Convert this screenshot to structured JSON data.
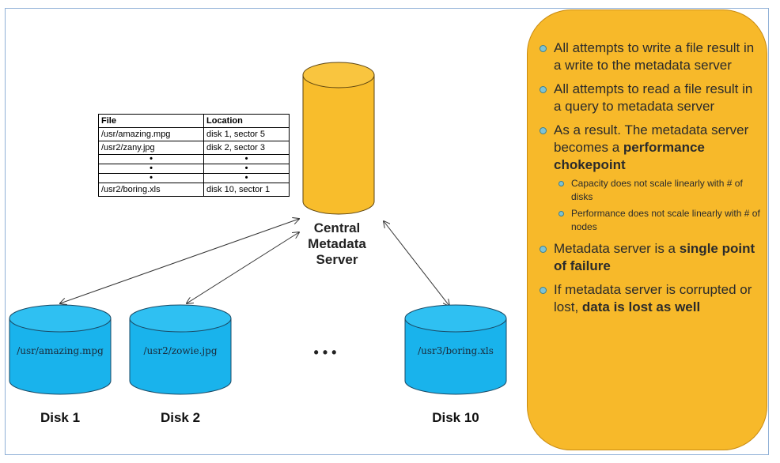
{
  "table": {
    "headers": [
      "File",
      "Location"
    ],
    "rows": [
      [
        "/usr/amazing.mpg",
        "disk 1, sector 5"
      ],
      [
        "/usr2/zany.jpg",
        "disk 2, sector 3"
      ],
      [
        "•",
        "•"
      ],
      [
        "•",
        "•"
      ],
      [
        "•",
        "•"
      ],
      [
        "/usr2/boring.xls",
        "disk 10, sector 1"
      ]
    ]
  },
  "server": {
    "label_line1": "Central",
    "label_line2": "Metadata",
    "label_line3": "Server",
    "color": "#f8bd2c"
  },
  "disks": [
    {
      "content": "/usr/amazing.mpg",
      "label": "Disk 1"
    },
    {
      "content": "/usr2/zowie.jpg",
      "label": "Disk 2"
    },
    {
      "content": "/usr3/boring.xls",
      "label": "Disk 10"
    }
  ],
  "disk_color": "#19b3ec",
  "ellipsis": "• • •",
  "panel": {
    "color": "#f7b92a",
    "bullets": [
      {
        "text": "All attempts to write a file result in a write to the metadata server"
      },
      {
        "text": "All attempts to read a file result in a query to metadata server"
      },
      {
        "text": "As a result. The metadata server becomes a ",
        "bold": "performance chokepoint"
      },
      {
        "text": "Metadata server is a ",
        "bold": "single point of failure"
      },
      {
        "text": "If metadata server is corrupted or lost, ",
        "bold": "data is lost as well"
      }
    ],
    "subbullets": [
      "Capacity does not scale linearly with # of disks",
      "Performance does not scale linearly with # of nodes"
    ]
  }
}
